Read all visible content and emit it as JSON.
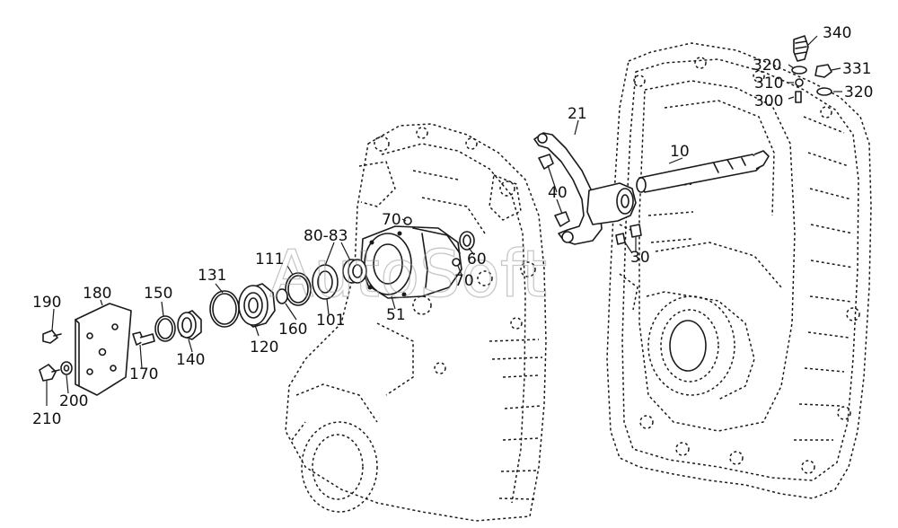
{
  "watermark": "AutoSoft",
  "labels": {
    "l10": "10",
    "l21": "21",
    "l30": "30",
    "l40": "40",
    "l51": "51",
    "l60": "60",
    "l70a": "70",
    "l70b": "70",
    "l80_83": "80-83",
    "l101": "101",
    "l111": "111",
    "l120": "120",
    "l131": "131",
    "l140": "140",
    "l150": "150",
    "l160": "160",
    "l170": "170",
    "l180": "180",
    "l190": "190",
    "l200": "200",
    "l210": "210",
    "l300": "300",
    "l310": "310",
    "l320a": "320",
    "l320b": "320",
    "l331": "331",
    "l340": "340"
  }
}
